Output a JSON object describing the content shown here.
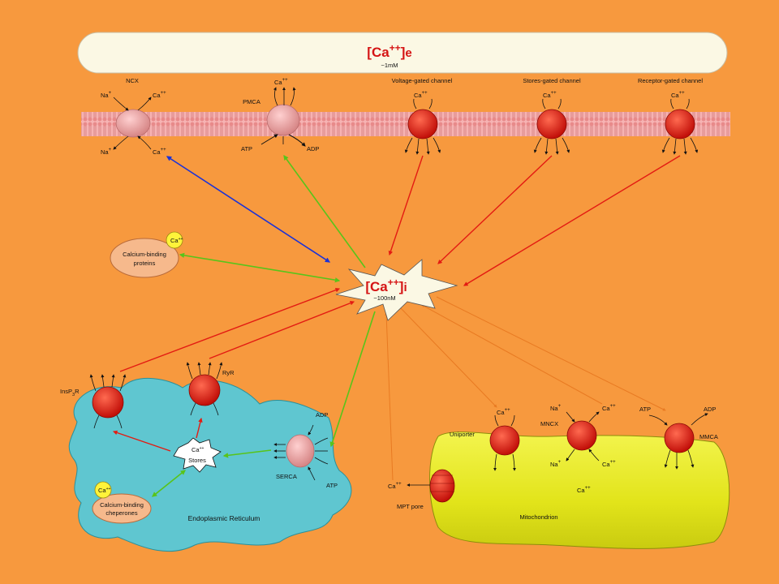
{
  "colors": {
    "background": "#f7993e",
    "extracellular_band": "#fbf8e4",
    "membrane": "#f0a0a0",
    "channel_red": "#e31b12",
    "channel_pink": "#e8a0a0",
    "er_fill": "#5fc6d0",
    "mito_fill": "#e8ea22",
    "cbp_fill": "#f6b98c",
    "badge_yellow": "#fff33a",
    "arrow_red": "#e31b12",
    "arrow_blue": "#1b32d8",
    "arrow_green": "#58c41a",
    "arrow_orange": "#e87a22"
  },
  "extracellular": {
    "main": "[Ca",
    "sup": "++",
    "close": "]",
    "sub": "e",
    "conc": "~1mM"
  },
  "cytosol": {
    "main": "[Ca",
    "sup": "++",
    "close": "]",
    "sub": "i",
    "conc": "~100nM"
  },
  "membrane": {
    "ncx": {
      "title": "NCX",
      "na_top": "Na",
      "na_top_sup": "+",
      "ca_top": "Ca",
      "ca_top_sup": "++",
      "na_bottom": "Na",
      "na_bottom_sup": "+",
      "ca_bottom": "Ca",
      "ca_bottom_sup": "++"
    },
    "pmca": {
      "title": "PMCA",
      "ca": "Ca",
      "ca_sup": "++",
      "atp": "ATP",
      "adp": "ADP"
    },
    "voltage_gated": {
      "title": "Voltage-gated channel",
      "ca": "Ca",
      "ca_sup": "++"
    },
    "stores_gated": {
      "title": "Stores-gated channel",
      "ca": "Ca",
      "ca_sup": "++"
    },
    "receptor_gated": {
      "title": "Receptor-gated channel",
      "ca": "Ca",
      "ca_sup": "++"
    }
  },
  "calcium_binding_proteins": {
    "line1": "Calcium-binding",
    "line2": "proteins",
    "badge": "Ca",
    "badge_sup": "++"
  },
  "er": {
    "title": "Endoplasmic Reticulum",
    "insp3r_a": "InsP",
    "insp3r_sub": "3",
    "insp3r_b": "R",
    "ryr": "RyR",
    "stores_ca": "Ca",
    "stores_ca_sup": "++",
    "stores_label": "Stores",
    "serca": "SERCA",
    "serca_adp": "ADP",
    "serca_atp": "ATP",
    "chaperones_line1": "Calcium-binding",
    "chaperones_line2": "cheperones",
    "chaperones_badge": "Ca",
    "chaperones_badge_sup": "++"
  },
  "mito": {
    "title": "Mitochondrion",
    "uniporter": "Uniporter",
    "uniporter_ca": "Ca",
    "uniporter_ca_sup": "++",
    "mncx": "MNCX",
    "mncx_na_top": "Na",
    "mncx_na_top_sup": "+",
    "mncx_ca_top": "Ca",
    "mncx_ca_top_sup": "++",
    "mncx_na_bottom": "Na",
    "mncx_na_bottom_sup": "+",
    "mncx_ca_bottom": "Ca",
    "mncx_ca_bottom_sup": "++",
    "mmca": "MMCA",
    "mmca_atp": "ATP",
    "mmca_adp": "ADP",
    "matrix_ca": "Ca",
    "matrix_ca_sup": "++",
    "mpt_pore": "MPT pore",
    "mpt_ca": "Ca",
    "mpt_ca_sup": "++"
  }
}
